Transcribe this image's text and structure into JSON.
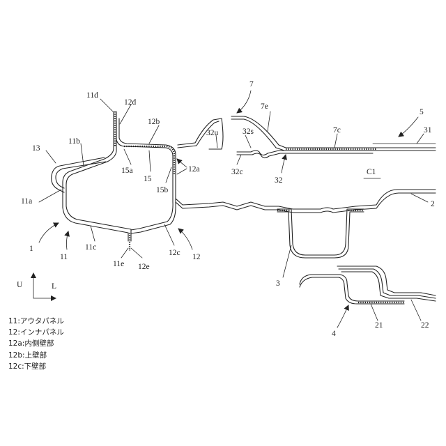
{
  "labels": {
    "ref_1": "1",
    "ref_11": "11",
    "ref_11a": "11a",
    "ref_11b": "11b",
    "ref_11c": "11c",
    "ref_11d": "11d",
    "ref_11e": "11e",
    "ref_12": "12",
    "ref_12a": "12a",
    "ref_12b": "12b",
    "ref_12c": "12c",
    "ref_12d": "12d",
    "ref_12e": "12e",
    "ref_13": "13",
    "ref_15": "15",
    "ref_15a": "15a",
    "ref_15b": "15b",
    "ref_7": "7",
    "ref_7e": "7e",
    "ref_7c": "7c",
    "ref_5": "5",
    "ref_31": "31",
    "ref_32u": "32u",
    "ref_32s": "32s",
    "ref_32c": "32c",
    "ref_32": "32",
    "ref_C1": "C1",
    "ref_2": "2",
    "ref_3": "3",
    "ref_4": "4",
    "ref_21": "21",
    "ref_22": "22"
  },
  "axes": {
    "up": "U",
    "left": "L"
  },
  "legend": [
    "11:アウタパネル",
    "12:インナパネル",
    "12a:内側壁部",
    "12b:上壁部",
    "12c:下壁部"
  ]
}
